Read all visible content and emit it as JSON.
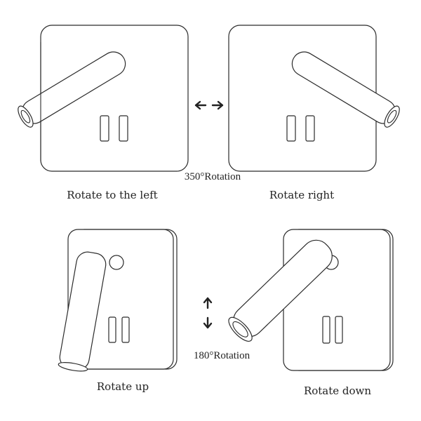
{
  "panels": [
    {
      "key": "left",
      "caption": "Rotate to the left"
    },
    {
      "key": "right",
      "caption": "Rotate right"
    },
    {
      "key": "up",
      "caption": "Rotate up"
    },
    {
      "key": "down",
      "caption": "Rotate down"
    }
  ],
  "horizontal_rotation": {
    "label": "350°Rotation",
    "icon": "left-right-arrow-icon"
  },
  "vertical_rotation": {
    "label": "180°Rotation",
    "icon": "up-down-arrow-icon"
  }
}
